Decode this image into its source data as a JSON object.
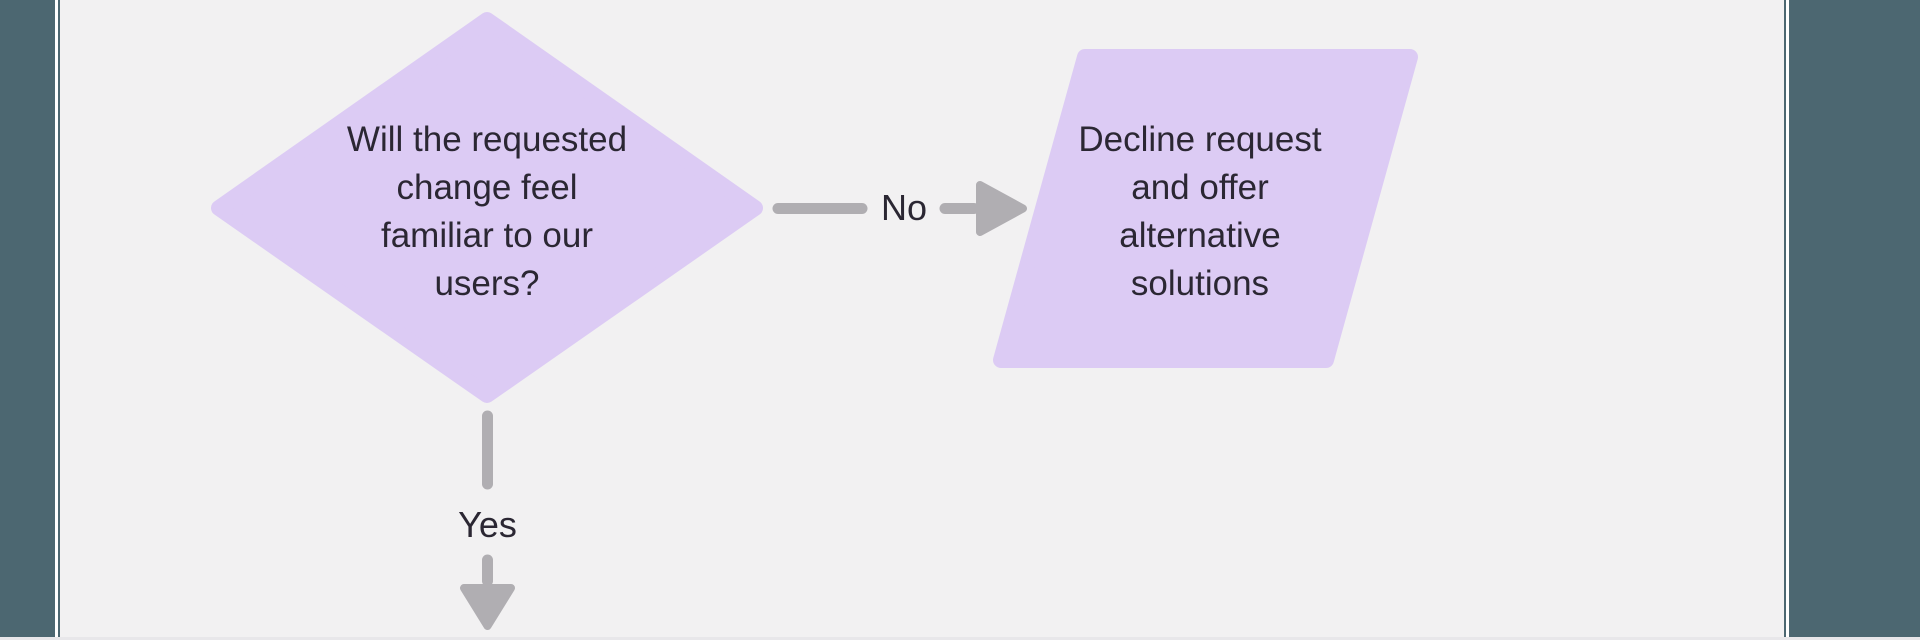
{
  "theme": {
    "canvas_bg": "#f2f1f2",
    "panel_bg": "#4c6771",
    "separator_white": "#ffffff",
    "bottom_strip": "#e8e7ea",
    "shape_fill": "#dccbf4",
    "connector_color": "#b0aeb2",
    "text_color": "#2b2733"
  },
  "diagram": {
    "nodes": [
      {
        "id": "decision",
        "shape": "diamond",
        "text": "Will the requested change feel familiar to our users?",
        "lines": [
          "Will the requested",
          "change feel",
          "familiar to our",
          "users?"
        ]
      },
      {
        "id": "output",
        "shape": "parallelogram",
        "text": "Decline request and offer alternative solutions",
        "lines": [
          "Decline request",
          "and offer",
          "alternative",
          "solutions"
        ]
      }
    ],
    "edges": [
      {
        "from": "decision",
        "to": "output",
        "direction": "right",
        "label": "No"
      },
      {
        "from": "decision",
        "direction": "down",
        "label": "Yes"
      }
    ]
  }
}
